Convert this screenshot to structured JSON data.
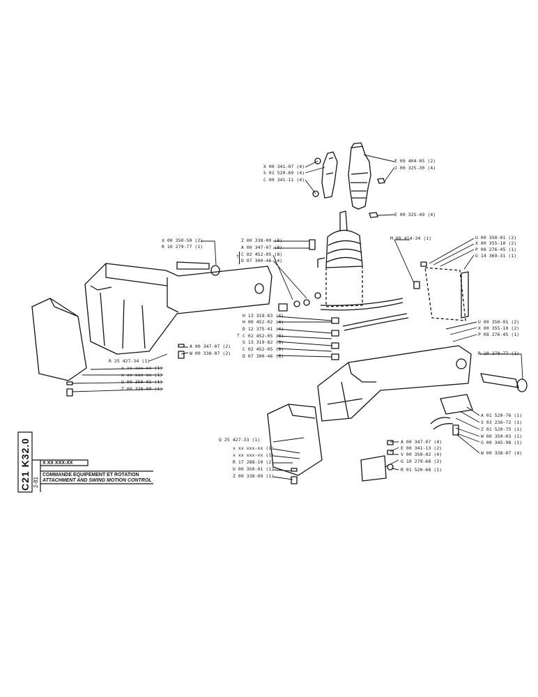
{
  "labels": {
    "grip_top_left": [
      "X 00 341-07 (4)",
      "S 01 520-69 (4)",
      "C 00 341-11 (4)"
    ],
    "grip_top_right": [
      "E 09 404-05 (2)",
      "J 00 325-30 (4)"
    ],
    "grip_bottom": "E 00 325-49 (4)",
    "pin_left": [
      "X 00 350-50 (2)",
      "R 10 279-77 (1)"
    ],
    "center_upper": [
      "Z 00 338-09 (8)",
      "A 00 347-07 (8)",
      "C 02 452-05 (8)",
      "D 07 300-46 (4)"
    ],
    "center_lower": [
      "H 13 319-83 (4)",
      "H 00 452-02 (4)",
      "D 12 375-41 (4)",
      "C 02 452-05 (8)",
      "G 13 319-82 (8)",
      "C 02 452-05 (8)",
      "D 07 300-46 (8)"
    ],
    "dagger": "†",
    "m_label": "M 00 414-34 (1)",
    "right_upper": [
      "U 00 350-01 (2)",
      "X 00 355-10 (2)",
      "P 08 276-45 (1)",
      "G 14 369-31 (1)"
    ],
    "right_mid": [
      "U 00 350-01 (2)",
      "X 00 355-10 (2)",
      "P 08 276-45 (1)"
    ],
    "right_r": "R 10 279-77 (1)",
    "left_mid": [
      "A 00 347-07 (2)",
      "W 00 338-07 (2)"
    ],
    "left_lower": [
      "R 25 427-34 (1)",
      "x xx xxx-xx (1)",
      "x xx xxx-xx (1)",
      "U 00 350-01 (1)",
      "Z 00 338-09 (1)"
    ],
    "right_bracket": [
      "A 01 520-76 (1)",
      "S 03 236-72 (1)",
      "Z 01 520-75 (1)",
      "W 00 350-03 (1)",
      "G 00 345-98 (1)",
      "W 00 338-07 (4)"
    ],
    "bottom_center": [
      "A 00 347-07 (4)",
      "E 00 341-13 (2)",
      "V 00 350-02 (4)",
      "G 10 279-68 (2)",
      "R 01 520-68 (1)"
    ],
    "bottom_left": [
      "Q 25 427-33 (1)",
      "x xx xxx-xx (1)",
      "x xx xxx-xx (1)",
      "R 17 288-10 (2)",
      "U 00 350-01 (1)",
      "Z 00 338-09 (1)"
    ]
  },
  "title_block": {
    "sheet_code": "C21 K32.0",
    "date_code": "2-81",
    "part_ref": "X XX XXX-XX",
    "title_fr": "COMMANDE EQUIPEMENT ET ROTATION",
    "title_en": "ATTACHMENT AND SWING MOTION CONTROL"
  }
}
